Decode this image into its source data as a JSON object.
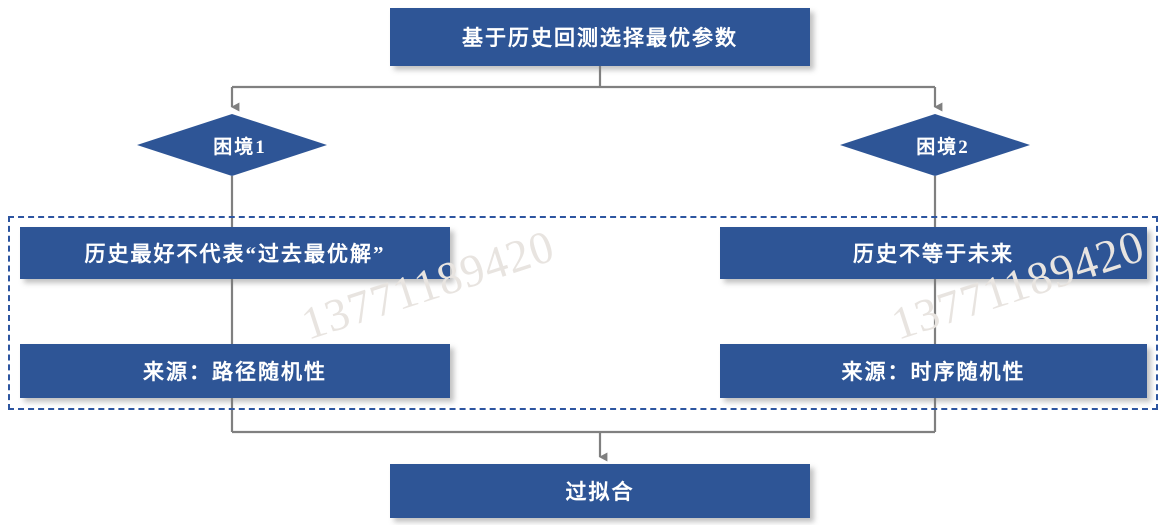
{
  "diagram": {
    "title_node": "基于历史回测选择最优参数",
    "decisions": [
      {
        "id": "dilemma-1",
        "label": "困境1"
      },
      {
        "id": "dilemma-2",
        "label": "困境2"
      }
    ],
    "branches": [
      {
        "side": "left",
        "problem": "历史最好不代表“过去最优解”",
        "source": "来源：路径随机性"
      },
      {
        "side": "right",
        "problem": "历史不等于未来",
        "source": "来源：时序随机性"
      }
    ],
    "outcome_node": "过拟合",
    "watermark": "13771189420",
    "colors": {
      "node_fill": "#2e5596",
      "node_text": "#ffffff",
      "connector": "#808080",
      "group_border": "#2d55a0",
      "watermark": "#e8e4e0",
      "background": "#ffffff"
    }
  }
}
